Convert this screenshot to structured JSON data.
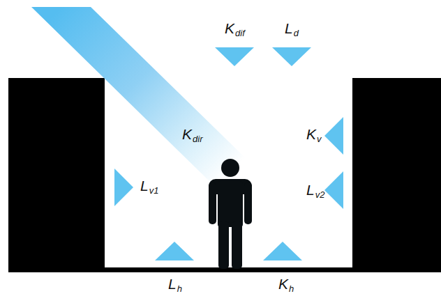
{
  "diagram": {
    "labels": [
      "K",
      "dif",
      "L",
      "d",
      "K",
      "dir",
      "K",
      "v",
      "L",
      "v1",
      "L",
      "v2",
      "L",
      "h",
      "K",
      "h"
    ]
  }
}
